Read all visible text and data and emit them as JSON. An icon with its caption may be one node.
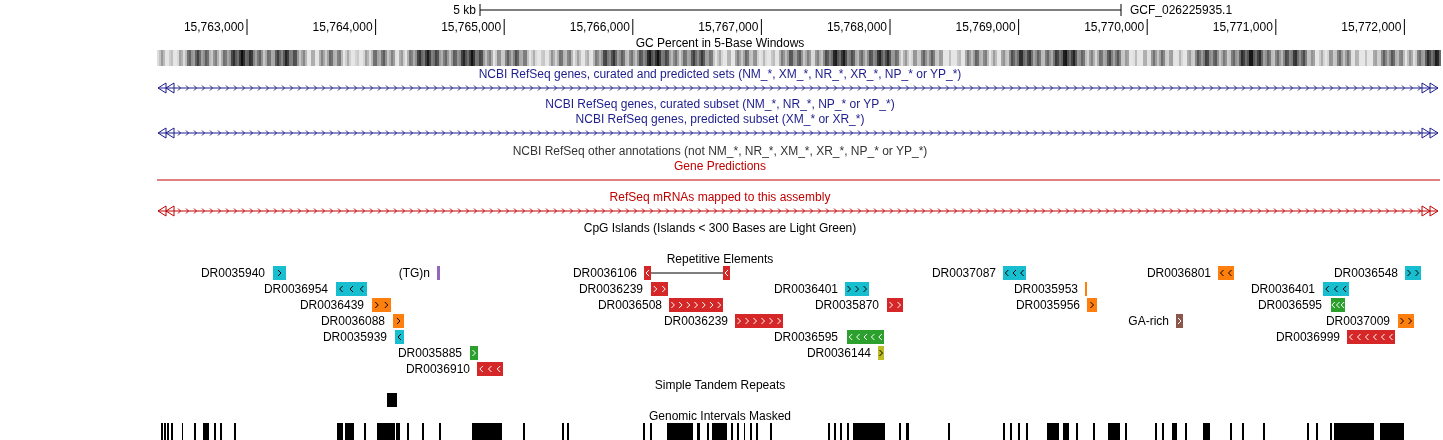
{
  "diagram": {
    "labels": [
      "5 kb",
      "GCF_026225935.1",
      "15,763,000",
      "15,764,000",
      "15,765,000",
      "15,766,000",
      "15,767,000",
      "15,768,000",
      "15,769,000",
      "15,770,000",
      "15,771,000",
      "15,772,000",
      "GC Percent in 5-Base Windows",
      "NCBI RefSeq genes, curated and predicted sets (NM_*, XM_*, NR_*, XR_*, NP_* or YP_*)",
      "NCBI RefSeq genes, curated subset (NM_*, NR_*, NP_* or YP_*)",
      "NCBI RefSeq genes, predicted subset (XM_* or XR_*)",
      "NCBI RefSeq other annotations (not NM_*, NR_*, XM_*, XR_*, NP_* or YP_*)",
      "Gene Predictions",
      "RefSeq mRNAs mapped to this assembly",
      "CpG Islands (Islands < 300 Bases are Light Green)",
      "Repetitive Elements",
      "DR0035940",
      "(TG)n",
      "DR0036106",
      "DR0037087",
      "DR0036801",
      "DR0036548",
      "DR0036954",
      "DR0036239",
      "DR0036401",
      "DR0035953",
      "DR0036401",
      "DR0036439",
      "DR0036508",
      "DR0035870",
      "DR0035956",
      "DR0036595",
      "DR0036088",
      "DR0036239",
      "GA-rich",
      "DR0037009",
      "DR0035939",
      "DR0036595",
      "DR0036999",
      "DR0035885",
      "DR0036144",
      "DR0036910",
      "Simple Tandem Repeats",
      "Genomic Intervals Masked"
    ]
  }
}
